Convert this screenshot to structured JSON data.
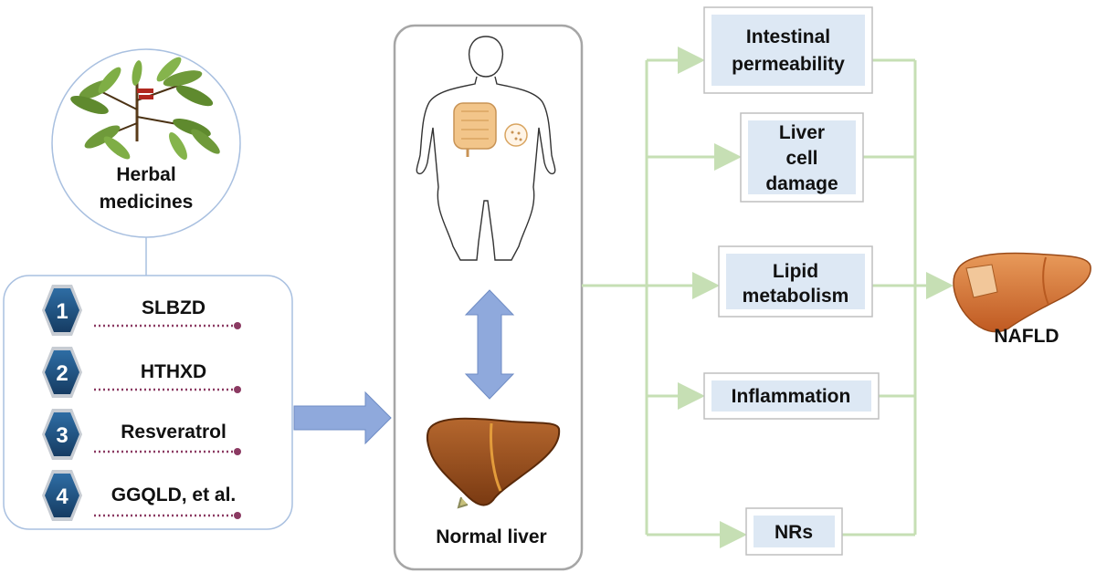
{
  "herbal": {
    "line1": "Herbal",
    "line2": "medicines",
    "items": [
      {
        "num": "1",
        "name": "SLBZD"
      },
      {
        "num": "2",
        "name": "HTHXD"
      },
      {
        "num": "3",
        "name": "Resveratrol"
      },
      {
        "num": "4",
        "name": "GGQLD, et al."
      }
    ]
  },
  "center": {
    "normal_liver": "Normal liver"
  },
  "factors": {
    "intestinal_line1": "Intestinal",
    "intestinal_line2": "permeability",
    "liver_line1": "Liver",
    "liver_line2": "cell",
    "liver_line3": "damage",
    "lipid_line1": "Lipid",
    "lipid_line2": "metabolism",
    "inflammation": "Inflammation",
    "nrs": "NRs"
  },
  "outcome": {
    "label": "NAFLD"
  },
  "colors": {
    "connector_green": "#c6dfb4",
    "arrow_blue": "#8fa9dc",
    "hex_blue": "#1f4e79",
    "box_fill": "#dde8f4",
    "dot_line": "#8b3a62",
    "liver_brown": "#a0522d",
    "nafld_orange": "#d2773a"
  }
}
